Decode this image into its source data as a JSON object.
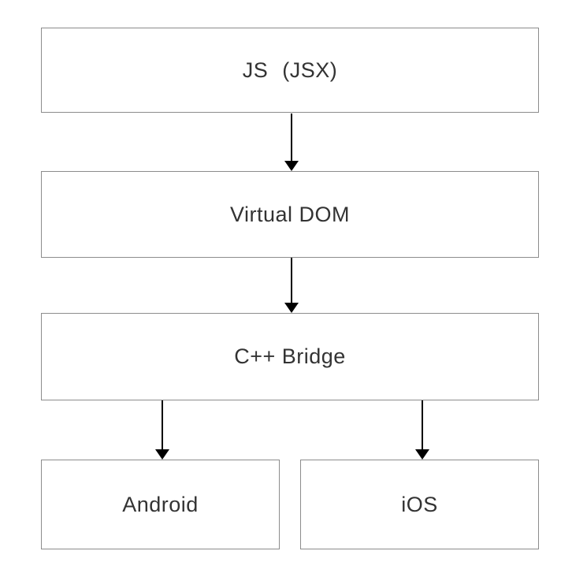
{
  "diagram": {
    "type": "flowchart",
    "nodes": [
      {
        "id": "js",
        "label": "JS (JSX)"
      },
      {
        "id": "virtual-dom",
        "label": "Virtual DOM"
      },
      {
        "id": "cpp-bridge",
        "label": "C++ Bridge"
      },
      {
        "id": "android",
        "label": "Android"
      },
      {
        "id": "ios",
        "label": "iOS"
      }
    ],
    "edges": [
      {
        "from": "js",
        "to": "virtual-dom"
      },
      {
        "from": "virtual-dom",
        "to": "cpp-bridge"
      },
      {
        "from": "cpp-bridge",
        "to": "android"
      },
      {
        "from": "cpp-bridge",
        "to": "ios"
      }
    ],
    "colors": {
      "background": "#ffffff",
      "node_fill": "#ffffff",
      "node_border": "#8c8c8c",
      "text": "#333333",
      "arrow": "#000000"
    }
  }
}
